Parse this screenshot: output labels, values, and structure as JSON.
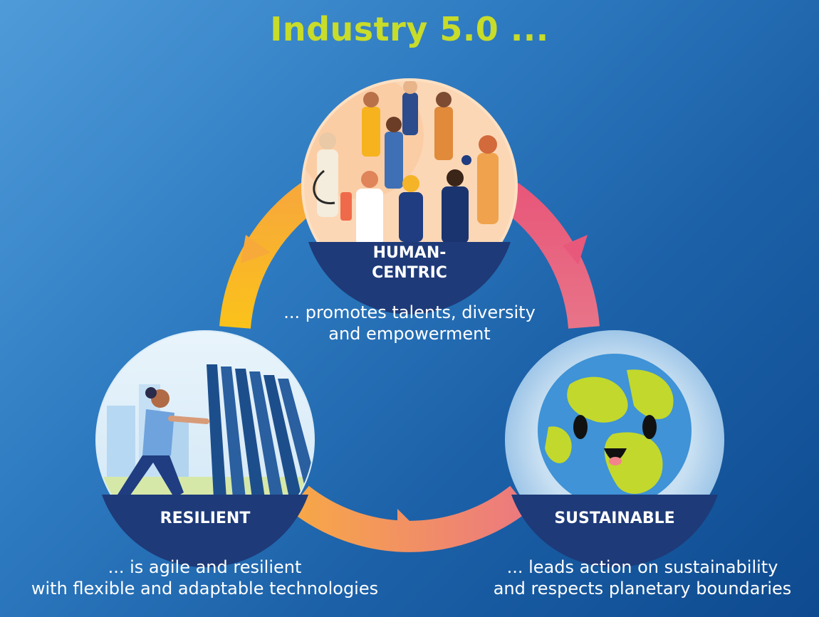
{
  "title": "Industry 5.0 ...",
  "nodes": {
    "human": {
      "label_line1": "HUMAN-",
      "label_line2": "CENTRIC",
      "caption_line1": "... promotes talents, diversity",
      "caption_line2": "and empowerment"
    },
    "resilient": {
      "label": "RESILIENT",
      "caption_line1": "... is agile and resilient",
      "caption_line2": "with flexible and adaptable technologies"
    },
    "sustainable": {
      "label": "SUSTAINABLE",
      "caption_line1": "... leads action on sustainability",
      "caption_line2": "and respects planetary boundaries"
    }
  },
  "colors": {
    "title": "#c8dc2a",
    "cycle_yellow": "#f9b21c",
    "cycle_orange": "#f0995a",
    "cycle_pink": "#e3607f",
    "label_band": "#1e3a78"
  }
}
